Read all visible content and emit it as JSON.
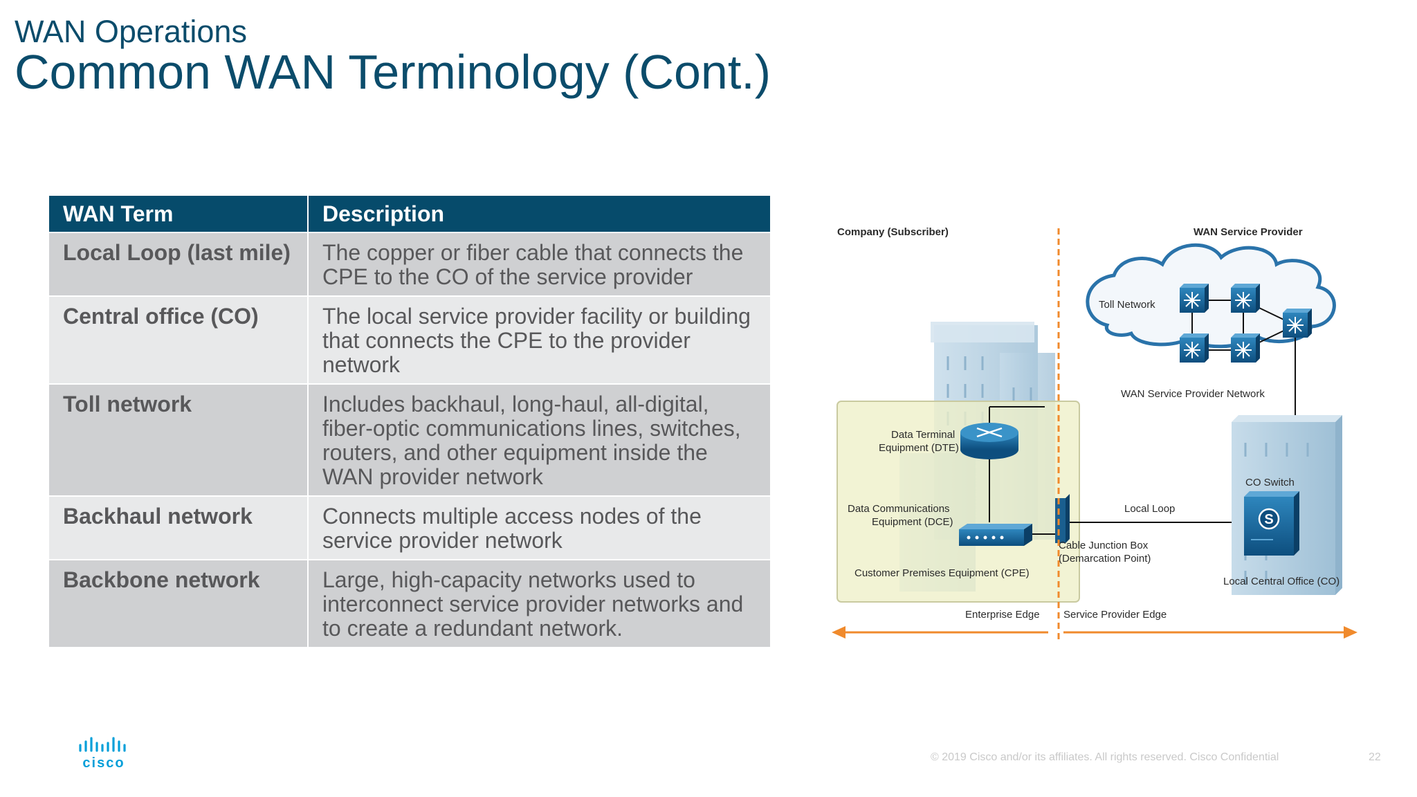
{
  "header": {
    "subtitle": "WAN Operations",
    "title": "Common WAN Terminology (Cont.)"
  },
  "table": {
    "columns": [
      "WAN Term",
      "Description"
    ],
    "rows": [
      {
        "term": "Local Loop (last mile)",
        "description": "The copper or fiber cable that connects the CPE to the CO of the service provider"
      },
      {
        "term": "Central office (CO)",
        "description": "The local service provider facility or building that connects the CPE to the provider network"
      },
      {
        "term": "Toll network",
        "description": "Includes backhaul, long-haul, all-digital, fiber-optic communications lines, switches, routers, and other equipment inside the WAN provider network"
      },
      {
        "term": "Backhaul network",
        "description": "Connects multiple access nodes of the service provider network"
      },
      {
        "term": "Backbone network",
        "description": "Large, high-capacity networks used to interconnect service provider networks and to create a redundant network."
      }
    ]
  },
  "diagram": {
    "company_label": "Company (Subscriber)",
    "provider_label": "WAN Service Provider",
    "toll_network": "Toll Network",
    "provider_network": "WAN Service Provider Network",
    "dte_line1": "Data Terminal",
    "dte_line2": "Equipment (DTE)",
    "dce_line1": "Data Communications",
    "dce_line2": "Equipment (DCE)",
    "cpe": "Customer Premises Equipment (CPE)",
    "local_loop": "Local Loop",
    "junction_line1": "Cable Junction Box",
    "junction_line2": "(Demarcation Point)",
    "co_switch": "CO Switch",
    "co_switch_symbol": "S",
    "local_co": "Local Central Office (CO)",
    "enterprise_edge": "Enterprise Edge",
    "provider_edge": "Service Provider Edge"
  },
  "footer": {
    "logo_text": "cisco",
    "copyright": "© 2019 Cisco and/or its affiliates. All rights reserved.   Cisco Confidential",
    "page": "22"
  },
  "colors": {
    "brand": "#0b4c6b",
    "header_row": "#064b6b",
    "row_dark": "#cfd0d2",
    "row_light": "#e8e9ea",
    "edge_orange": "#f08a2c",
    "logo_blue": "#049fd9"
  }
}
